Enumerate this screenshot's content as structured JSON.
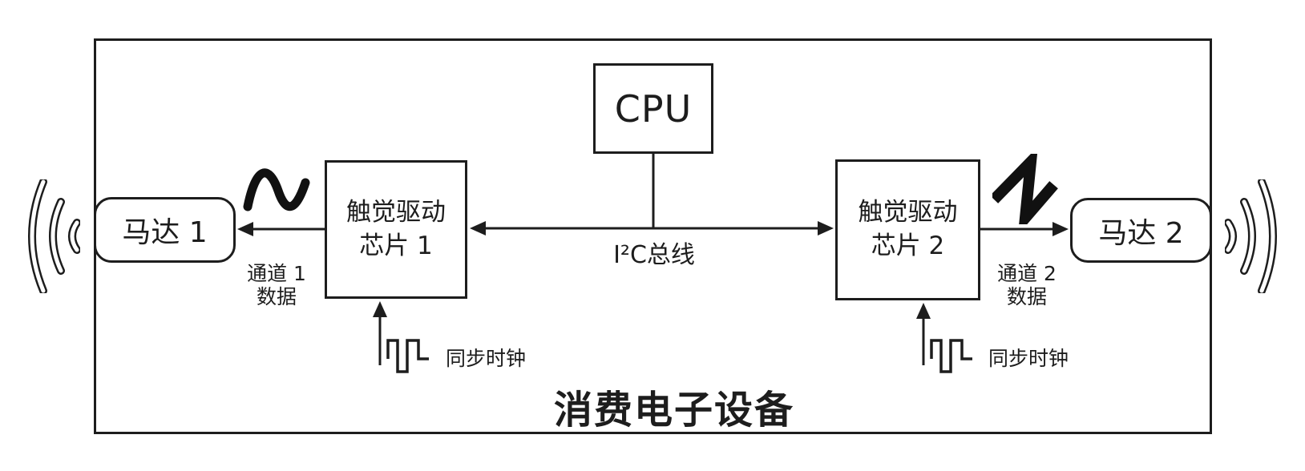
{
  "device": {
    "label": "消费电子设备"
  },
  "cpu": {
    "label": "CPU"
  },
  "bus": {
    "label": "I²C总线"
  },
  "chip1": {
    "line1": "触觉驱动",
    "line2": "芯片 1"
  },
  "chip2": {
    "line1": "触觉驱动",
    "line2": "芯片 2"
  },
  "motor1": {
    "label": "马达 1"
  },
  "motor2": {
    "label": "马达 2"
  },
  "channel1": {
    "line1": "通道 1",
    "line2": "数据"
  },
  "channel2": {
    "line1": "通道 2",
    "line2": "数据"
  },
  "sync1": {
    "label": "同步时钟"
  },
  "sync2": {
    "label": "同步时钟"
  },
  "icons": {
    "vibration_left": "vibration-waves-left-icon",
    "vibration_right": "vibration-waves-right-icon",
    "sine_wave": "sine-wave-icon",
    "zigzag_wave": "zigzag-wave-icon",
    "clock_pulse_1": "clock-pulse-icon",
    "clock_pulse_2": "clock-pulse-icon"
  },
  "colors": {
    "line": "#1d1d1d",
    "background": "#ffffff"
  }
}
